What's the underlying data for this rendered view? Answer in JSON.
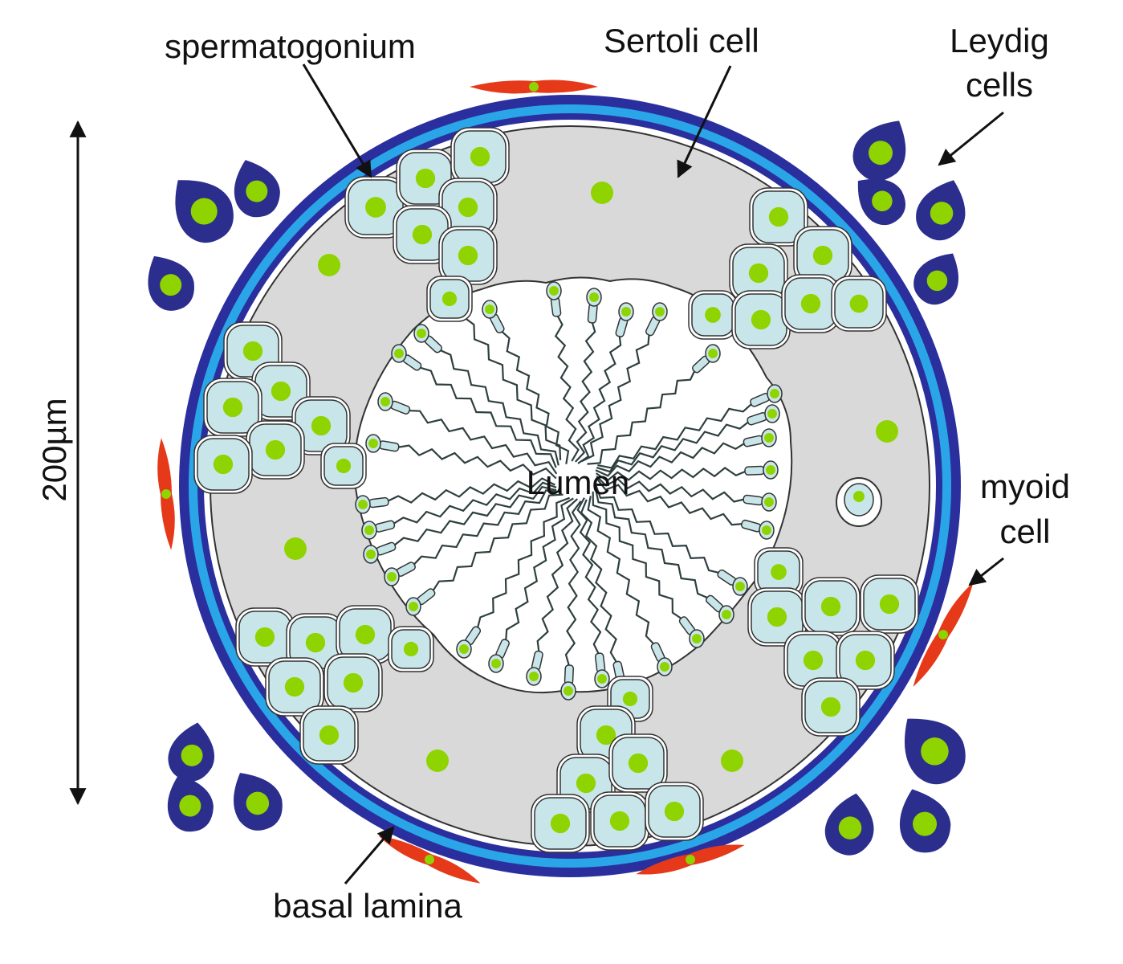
{
  "labels": {
    "spermatogonium": "spermatogonium",
    "sertoli": "Sertoli cell",
    "leydig_line1": "Leydig",
    "leydig_line2": "cells",
    "myoid_line1": "myoid",
    "myoid_line2": "cell",
    "basal_lamina": "basal lamina",
    "lumen": "Lumen",
    "scale": "200µm"
  },
  "colors": {
    "outer_ring": "#2b2f9e",
    "inner_ring": "#2aa6e8",
    "sertoli_fill": "#d9d9d9",
    "germ_cell_fill": "#c8e6ea",
    "nucleus": "#8fd400",
    "leydig_cell": "#2b2e8c",
    "myoid_cell": "#e5391a",
    "lumen_fill": "#ffffff",
    "outline": "#333333"
  }
}
